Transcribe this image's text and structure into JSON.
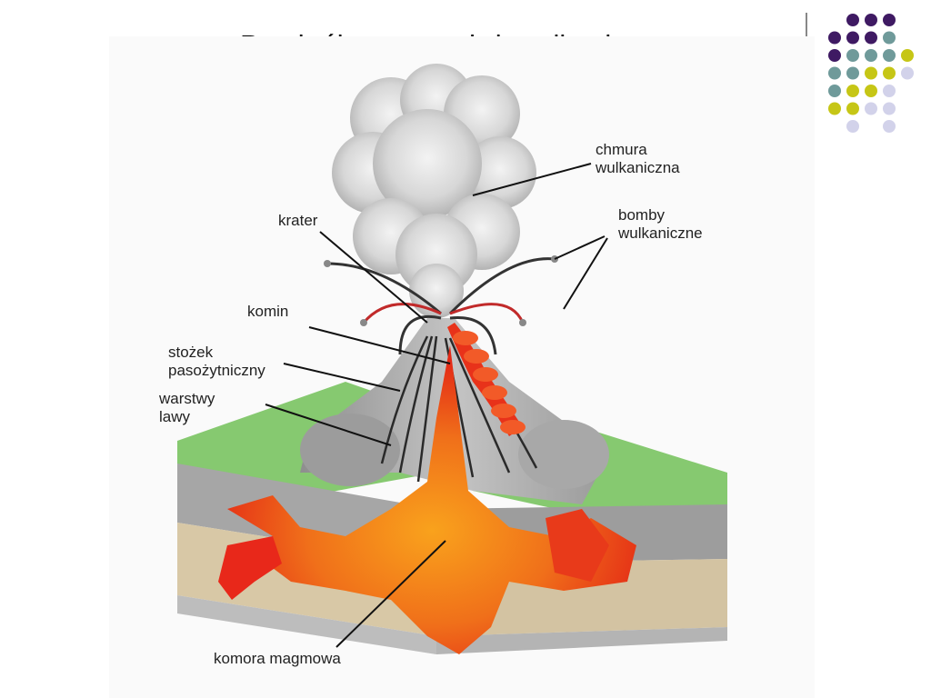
{
  "slide": {
    "title": "Przekrój przez stożek wulkaniczny"
  },
  "labels": {
    "chmura_line1": "chmura",
    "chmura_line2": "wulkaniczna",
    "krater": "krater",
    "bomby_line1": "bomby",
    "bomby_line2": "wulkaniczne",
    "komin": "komin",
    "stozek_line1": "stożek",
    "stozek_line2": "pasożytniczny",
    "warstwy_line1": "warstwy",
    "warstwy_line2": "lawy",
    "komora": "komora magmowa"
  },
  "colors": {
    "dot_purple": "#3f1a63",
    "dot_teal": "#6f9a9a",
    "dot_yellow": "#c6c616",
    "dot_lavender": "#d2d2ea",
    "grass": "#7fc36a",
    "rock_gray": "#a7a7a7",
    "rock_tan": "#d8c8a8",
    "magma_red": "#e82a18",
    "magma_orange": "#f58a1e",
    "ash_gray": "#cfcfcf"
  }
}
